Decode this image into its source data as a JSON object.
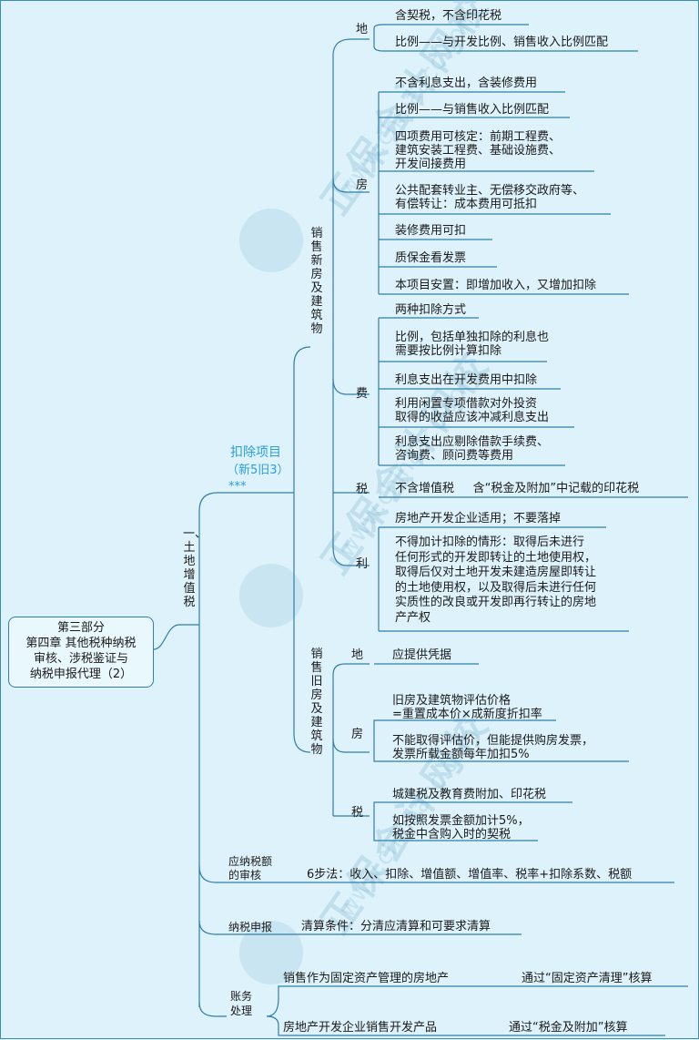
{
  "root": {
    "line1": "第三部分",
    "line2": "第四章  其他税种纳税",
    "line3": "审核、涉税鉴证与",
    "line4": "纳税申报代理（2）"
  },
  "level1": "一、土地增值税",
  "deduct": {
    "title": "扣除项目",
    "sub": "（新5旧3）",
    "stars": "***"
  },
  "new_house": {
    "label": "销售新房及建筑物",
    "land": {
      "label": "地",
      "items": [
        "含契税，不含印花税",
        "比例——与开发比例、销售收入比例匹配"
      ]
    },
    "house": {
      "label": "房",
      "items": [
        "不含利息支出，含装修费用",
        "比例——与销售收入比例匹配",
        "四项费用可核定：前期工程费、\n建筑安装工程费、基础设施费、\n开发间接费用",
        "公共配套转业主、无偿移交政府等、\n有偿转让：成本费用可抵扣",
        "装修费用可扣",
        "质保金看发票",
        "本项目安置：即增加收入，又增加扣除"
      ]
    },
    "fee": {
      "label": "费",
      "items": [
        "两种扣除方式",
        "比例，包括单独扣除的利息也\n需要按比例计算扣除",
        "利息支出在开发费用中扣除",
        "利用闲置专项借款对外投资\n取得的收益应该冲减利息支出",
        "利息支出应剔除借款手续费、\n咨询费、顾问费等费用"
      ]
    },
    "tax": {
      "label": "税",
      "items": [
        "不含增值税     含“税金及附加”中记载的印花税"
      ]
    },
    "profit": {
      "label": "利",
      "items": [
        "房地产开发企业适用；不要落掉",
        "不得加计扣除的情形：取得后未进行\n任何形式的开发即转让的土地使用权，\n取得后仅对土地开发未建造房屋即转让\n的土地使用权，以及取得后未进行任何\n实质性的改良或开发即再行转让的房地\n产产权"
      ]
    }
  },
  "old_house": {
    "label": "销售旧房及建筑物",
    "land": {
      "label": "地",
      "items": [
        "应提供凭据"
      ]
    },
    "house": {
      "label": "房",
      "items": [
        "旧房及建筑物评估价格\n=重置成本价×成新度折扣率",
        "不能取得评估价，但能提供购房发票，\n发票所载金额每年加扣5%"
      ]
    },
    "tax": {
      "label": "税",
      "items": [
        "城建税及教育费附加、印花税",
        "如按照发票金额加计5%，\n税金中含购入时的契税"
      ]
    }
  },
  "review": {
    "label": "应纳税额\n的审核",
    "text": "6步法：收入、扣除、增值额、增值率、税率+扣除系数、税额"
  },
  "declare": {
    "label": "纳税申报",
    "text": "清算条件：分清应清算和可要求清算"
  },
  "accounting": {
    "label": "账务\n处理",
    "items": [
      {
        "left": "销售作为固定资产管理的房地产",
        "right": "通过“固定资产清理”核算"
      },
      {
        "left": "房地产开发企业销售开发产品",
        "right": "通过“税金及附加”核算"
      }
    ]
  },
  "watermark": {
    "text": "正保会计网校",
    "url": "www.chinaacc.com"
  },
  "colors": {
    "line": "#2f7fa8",
    "accent": "#2a9fd8",
    "background": "#ddf2fb"
  }
}
